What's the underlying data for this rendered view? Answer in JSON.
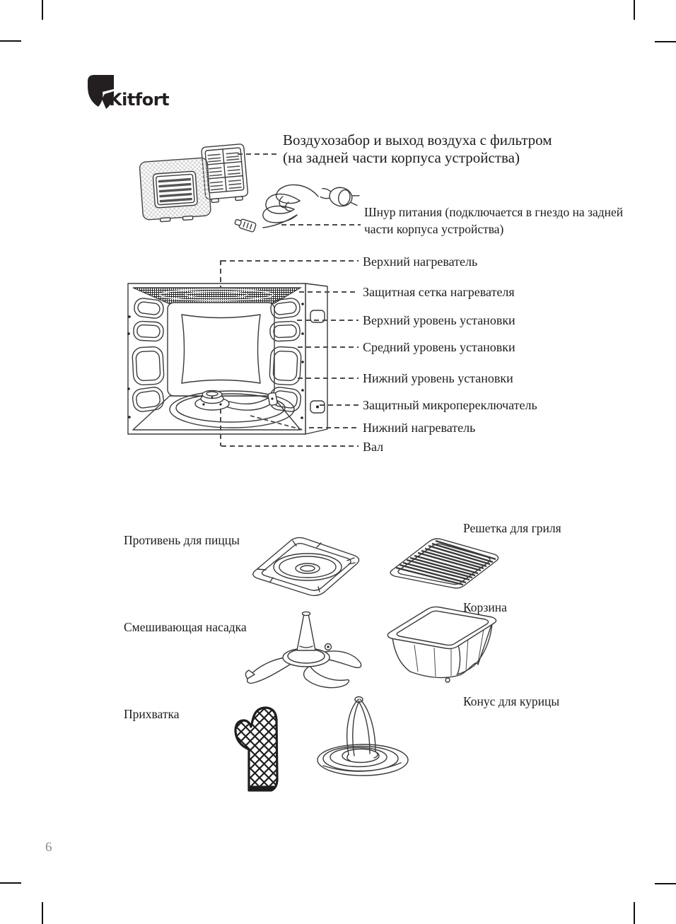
{
  "brand": {
    "logo_text": "Kitfort"
  },
  "page": {
    "number": "6"
  },
  "callouts": {
    "air_intake": {
      "line1": "Воздухозабор и выход воздуха с фильтром",
      "line2": "(на задней части корпуса устройства)"
    },
    "power_cord": {
      "line1": "Шнур питания (подключается в гнездо на задней",
      "line2": "части корпуса устройства)"
    }
  },
  "oven": {
    "labels": [
      {
        "text": "Верхний нагреватель"
      },
      {
        "text": "Защитная сетка нагревателя"
      },
      {
        "text": "Верхний уровень установки"
      },
      {
        "text": "Средний уровень установки"
      },
      {
        "text": "Нижний уровень установки"
      },
      {
        "text": "Защитный микропереключатель"
      },
      {
        "text": "Нижний нагреватель"
      },
      {
        "text": "Вал"
      }
    ]
  },
  "accessories": [
    {
      "label": "Противень для пиццы",
      "icon": "pizza-tray-drawing"
    },
    {
      "label": "Решетка для гриля",
      "icon": "grill-rack-drawing"
    },
    {
      "label": "Смешивающая насадка",
      "icon": "mixing-paddle-drawing"
    },
    {
      "label": "Корзина",
      "icon": "basket-drawing"
    },
    {
      "label": "Прихватка",
      "icon": "oven-mitt-drawing"
    },
    {
      "label": "Конус для курицы",
      "icon": "chicken-cone-drawing"
    }
  ],
  "colors": {
    "ink": "#3a3a3a",
    "leader": "#4a4a4a",
    "logo": "#231f20",
    "page_number": "#8a8a8a"
  }
}
